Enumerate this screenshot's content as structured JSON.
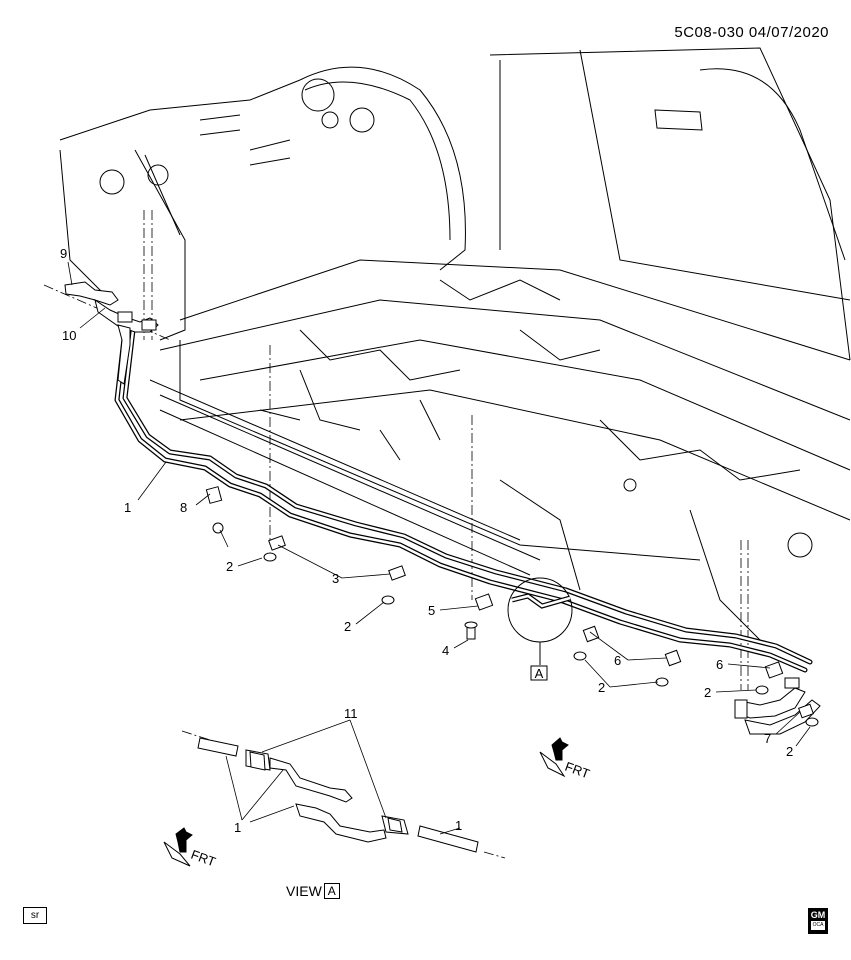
{
  "document_id": "5C08-030 04/07/2020",
  "view_label": "VIEW",
  "view_ref": "A",
  "detail_ref": "A",
  "front_indicator": "FRT",
  "badge_text": "sr",
  "logo": {
    "text": "GM",
    "subtext": "OCA"
  },
  "callouts": [
    {
      "id": "c9",
      "text": "9"
    },
    {
      "id": "c10",
      "text": "10"
    },
    {
      "id": "c1a",
      "text": "1"
    },
    {
      "id": "c8",
      "text": "8"
    },
    {
      "id": "c2a",
      "text": "2"
    },
    {
      "id": "c3",
      "text": "3"
    },
    {
      "id": "c2b",
      "text": "2"
    },
    {
      "id": "c5",
      "text": "5"
    },
    {
      "id": "c4",
      "text": "4"
    },
    {
      "id": "c6a",
      "text": "6"
    },
    {
      "id": "c2c",
      "text": "2"
    },
    {
      "id": "c6b",
      "text": "6"
    },
    {
      "id": "c2d",
      "text": "2"
    },
    {
      "id": "c7",
      "text": "7"
    },
    {
      "id": "c2e",
      "text": "2"
    },
    {
      "id": "c11",
      "text": "11"
    },
    {
      "id": "c1b",
      "text": "1"
    },
    {
      "id": "c1c",
      "text": "1"
    }
  ]
}
